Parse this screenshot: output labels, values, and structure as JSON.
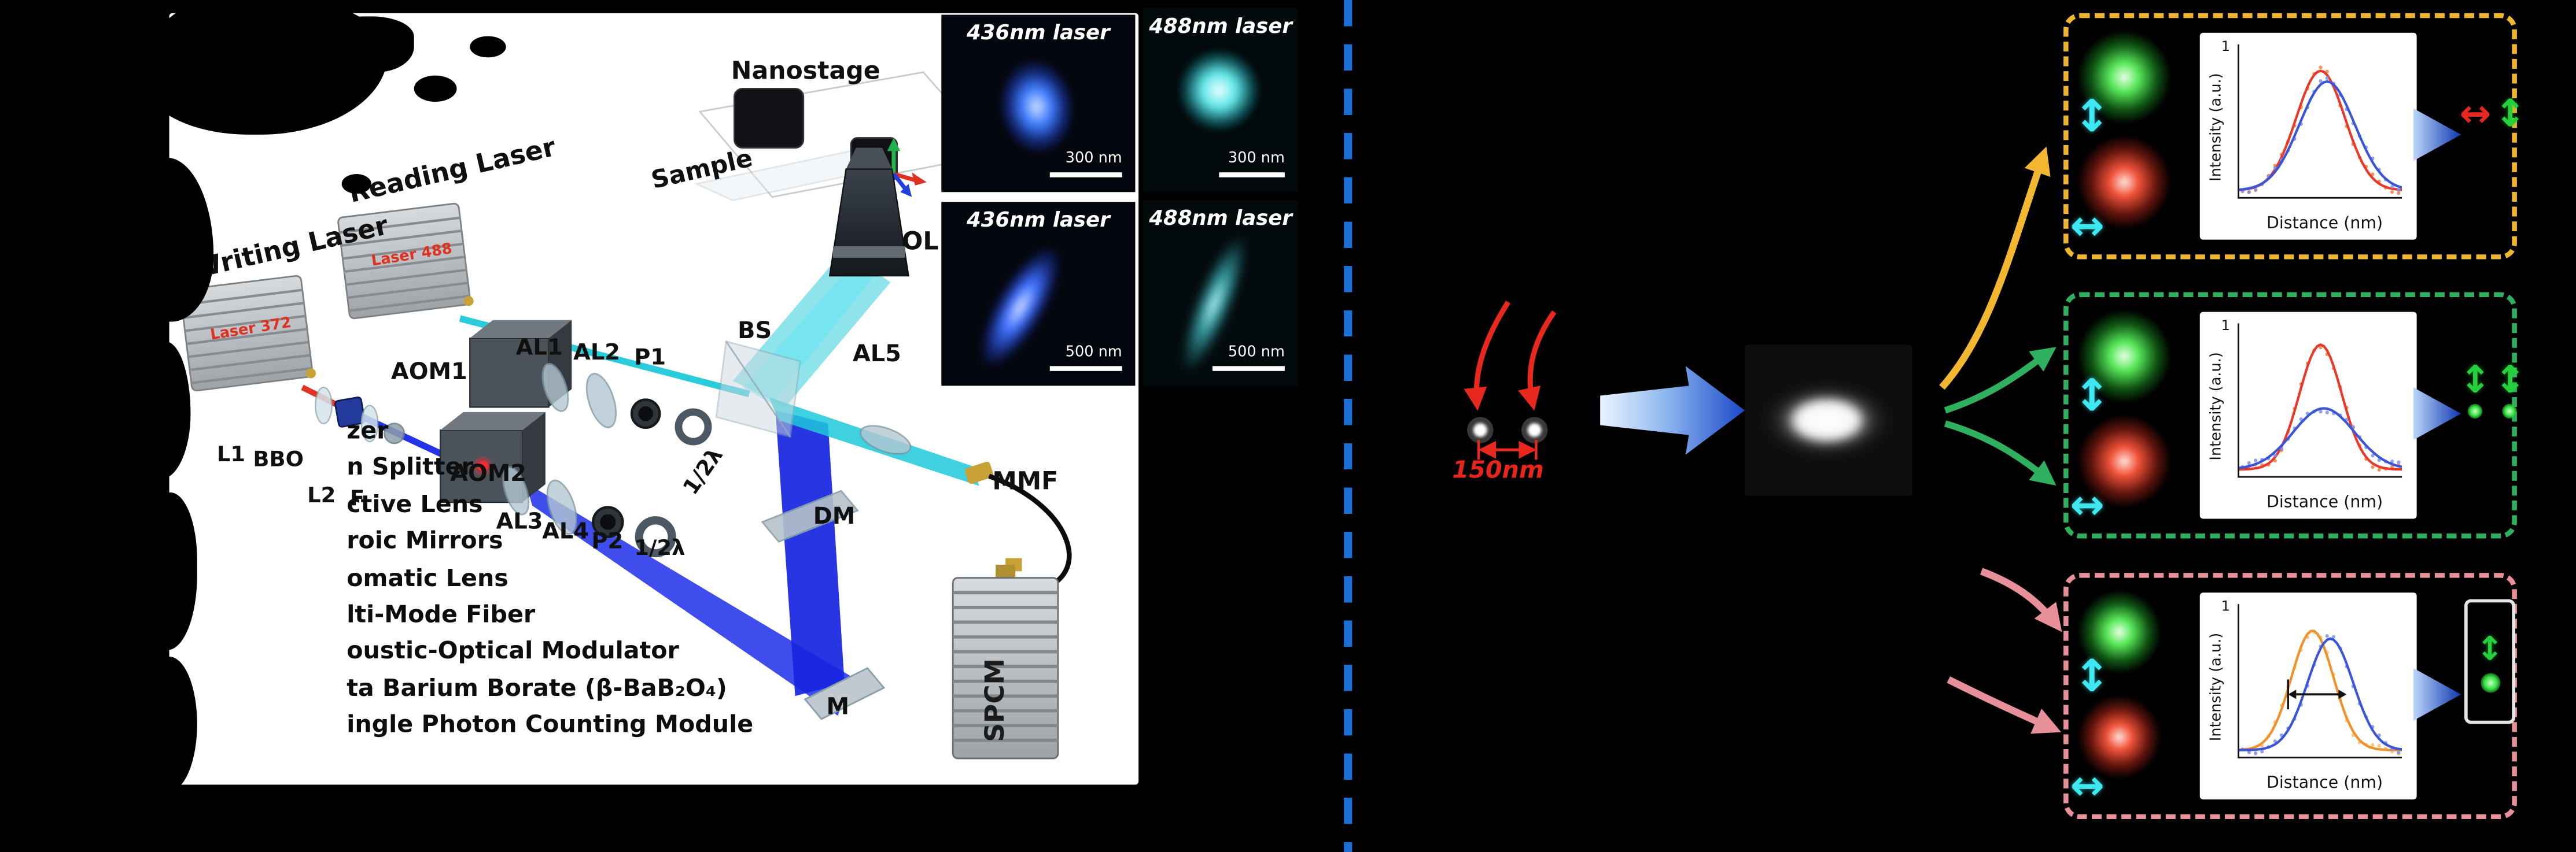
{
  "figure": {
    "background": "#000000",
    "divider_color": "#1a6fd4",
    "frame_colors": {
      "top_box": "#f0b62f",
      "middle_box": "#2eb05e",
      "bottom_box": "#e8909a"
    },
    "accents": {
      "cyan": "#3ee8f2",
      "red": "#e8281e",
      "green": "#25d03c",
      "writing_beam_blue": "#1525e0",
      "reading_beam_cyan": "#1fc9da"
    }
  },
  "setup": {
    "labels": {
      "writing_laser": "Writing Laser",
      "reading_laser": "Reading Laser",
      "laser_writing_device": "Laser 372",
      "laser_reading_device": "Laser 488",
      "nanostage": "Nanostage",
      "sample": "Sample",
      "ol": "OL",
      "aom1": "AOM1",
      "al1": "AL1",
      "al2": "AL2",
      "p1": "P1",
      "bs": "BS",
      "al5": "AL5",
      "half_wave_read": "1/2λ",
      "l1": "L1",
      "bbo": "BBO",
      "l2": "L2",
      "f": "F",
      "aom2": "AOM2",
      "al3": "AL3",
      "al4": "AL4",
      "p2": "P2",
      "half_wave_write": "1/2λ",
      "dm": "DM",
      "m": "M",
      "mmf": "MMF",
      "spcm": "SPCM"
    },
    "legend": [
      "zer",
      "n Splitter",
      "ctive Lens",
      "roic Mirrors",
      "omatic Lens",
      "lti-Mode Fiber",
      "oustic-Optical Modulator",
      "ta Barium Borate (β-BaB₂O₄)",
      "ingle Photon Counting Module"
    ]
  },
  "micrographs": [
    {
      "title": "436nm laser",
      "scalebar": "300 nm"
    },
    {
      "title": "488nm laser",
      "scalebar": "300 nm"
    },
    {
      "title": "436nm laser",
      "scalebar": "500 nm"
    },
    {
      "title": "488nm laser",
      "scalebar": "500 nm"
    }
  ],
  "emitters": {
    "distance_label": "150nm"
  },
  "icons": {
    "vertical_arrow": "↕",
    "horizontal_arrow": "↔"
  },
  "result_boxes": [
    {
      "frame_color": "#f0b62f",
      "outputs": [
        {
          "glyph": "↔",
          "color": "#e8281e"
        },
        {
          "glyph": "↕",
          "color": "#25d03c"
        }
      ]
    },
    {
      "frame_color": "#2eb05e",
      "outputs": [
        {
          "glyph": "↕",
          "color": "#25d03c"
        },
        {
          "glyph": "↕",
          "color": "#25d03c"
        }
      ]
    },
    {
      "frame_color": "#e8909a",
      "outputs": [
        {
          "glyph": "↕",
          "color": "#25d03c"
        }
      ]
    }
  ],
  "chart_data": [
    {
      "type": "line",
      "xlabel": "Distance (nm)",
      "ylabel": "Intensity (a.u.)",
      "ytick_top": "1",
      "ylim": [
        0,
        1
      ],
      "series": [
        {
          "name": "red",
          "color": "#e8392b",
          "scatter_color": "#f0813a",
          "gauss": {
            "center": 0.5,
            "sigma": 0.15,
            "amp": 0.9
          }
        },
        {
          "name": "blue",
          "color": "#3a55d8",
          "scatter_color": "#7e90ea",
          "gauss": {
            "center": 0.54,
            "sigma": 0.17,
            "amp": 0.82
          }
        }
      ],
      "annotation": null
    },
    {
      "type": "line",
      "xlabel": "Distance (nm)",
      "ylabel": "Intensity (a.u.)",
      "ytick_top": "1",
      "ylim": [
        0,
        1
      ],
      "series": [
        {
          "name": "red",
          "color": "#e8392b",
          "scatter_color": "#f0813a",
          "gauss": {
            "center": 0.5,
            "sigma": 0.13,
            "amp": 0.94
          }
        },
        {
          "name": "blue",
          "color": "#3a55d8",
          "scatter_color": "#7e90ea",
          "gauss": {
            "center": 0.52,
            "sigma": 0.19,
            "amp": 0.46
          }
        }
      ],
      "annotation": null
    },
    {
      "type": "line",
      "xlabel": "Distance (nm)",
      "ylabel": "Intensity (a.u.)",
      "ytick_top": "1",
      "ylim": [
        0,
        1
      ],
      "series": [
        {
          "name": "orange",
          "color": "#f0922b",
          "scatter_color": "#f8c070",
          "gauss": {
            "center": 0.45,
            "sigma": 0.13,
            "amp": 0.9
          }
        },
        {
          "name": "blue",
          "color": "#3a55d8",
          "scatter_color": "#7e90ea",
          "gauss": {
            "center": 0.56,
            "sigma": 0.14,
            "amp": 0.84
          }
        }
      ],
      "annotation": {
        "x1": 0.3,
        "x2": 0.66,
        "y": 0.42
      }
    }
  ]
}
